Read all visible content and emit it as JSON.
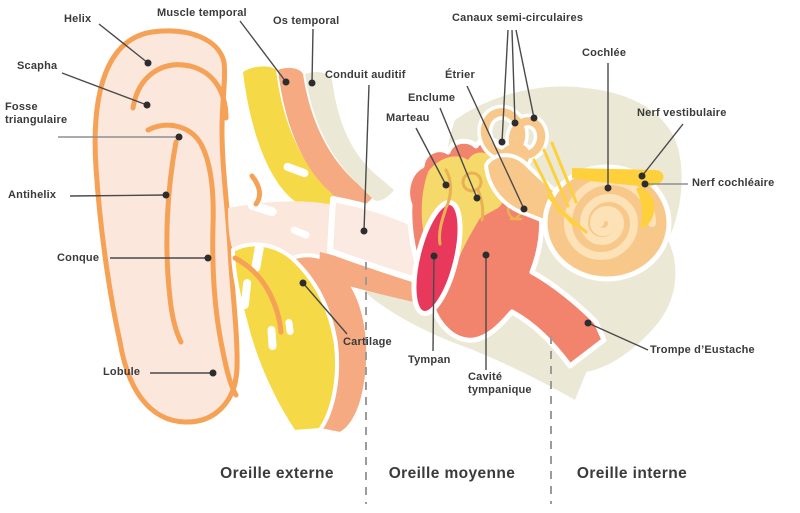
{
  "diagram": {
    "labels": {
      "helix": "Helix",
      "scapha": "Scapha",
      "fosse_triangulaire": "Fosse triangulaire",
      "antihelix": "Antihelix",
      "conque": "Conque",
      "lobule": "Lobule",
      "muscle_temporal": "Muscle temporal",
      "os_temporal": "Os temporal",
      "conduit_auditif": "Conduit auditif",
      "marteau": "Marteau",
      "enclume": "Enclume",
      "etrier": "Étrier",
      "canaux_semi_circulaires": "Canaux semi-circulaires",
      "cochlee": "Cochlée",
      "nerf_vestibulaire": "Nerf vestibulaire",
      "nerf_cochleaire": "Nerf cochléaire",
      "cartilage": "Cartilage",
      "tympan": "Tympan",
      "cavite_tympanique": "Cavité tympanique",
      "trompe_eustache": "Trompe d’Eustache"
    },
    "sections": {
      "externe": "Oreille externe",
      "moyenne": "Oreille moyenne",
      "interne": "Oreille interne"
    },
    "colors": {
      "skin_pink": "#FCE7DD",
      "outline_orange": "#F5A156",
      "cartilage_yellow": "#F6D947",
      "bone_salmon": "#F5AA82",
      "bone_beige": "#EBE8D5",
      "cavity_coral": "#F2836C",
      "tympan_red": "#E8395C",
      "ossicle_yellow": "#F6D96B",
      "inner_peach": "#F8C88B",
      "inner_cream": "#FCE2B6",
      "nerve_yellow": "#FED03C",
      "label_text": "#3A3A3A",
      "divider_grey": "#9B9B9B"
    }
  }
}
